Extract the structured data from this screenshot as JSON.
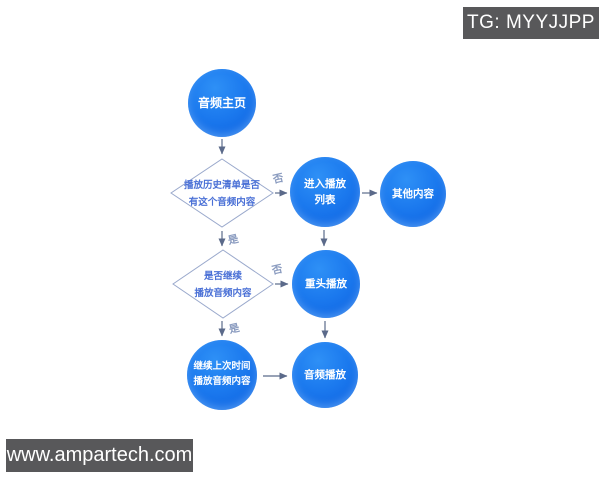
{
  "watermarks": {
    "top_right": "TG: MYYJJPP",
    "bottom_left": "www.ampartech.com"
  },
  "flowchart": {
    "start": "音频主页",
    "decision_history": "播放历史清单是否\n有这个音频内容",
    "decision_continue": "是否继续\n播放音频内容",
    "enter_playlist": "进入播放\n列表",
    "other_content": "其他内容",
    "replay": "重头播放",
    "resume_last_time": "继续上次时间\n播放音频内容",
    "audio_play": "音频播放",
    "label_no": "否",
    "label_yes": "是"
  },
  "colors": {
    "node_blue_light": "#2e90f6",
    "node_blue_dark": "#0d5ede",
    "diamond_border": "#9aa9cc",
    "diamond_text": "#4a70d6",
    "arrow": "#5b6a8a",
    "branch_label": "#8b9cc0",
    "banner_bg": "#58585a",
    "banner_text": "#ffffff"
  }
}
